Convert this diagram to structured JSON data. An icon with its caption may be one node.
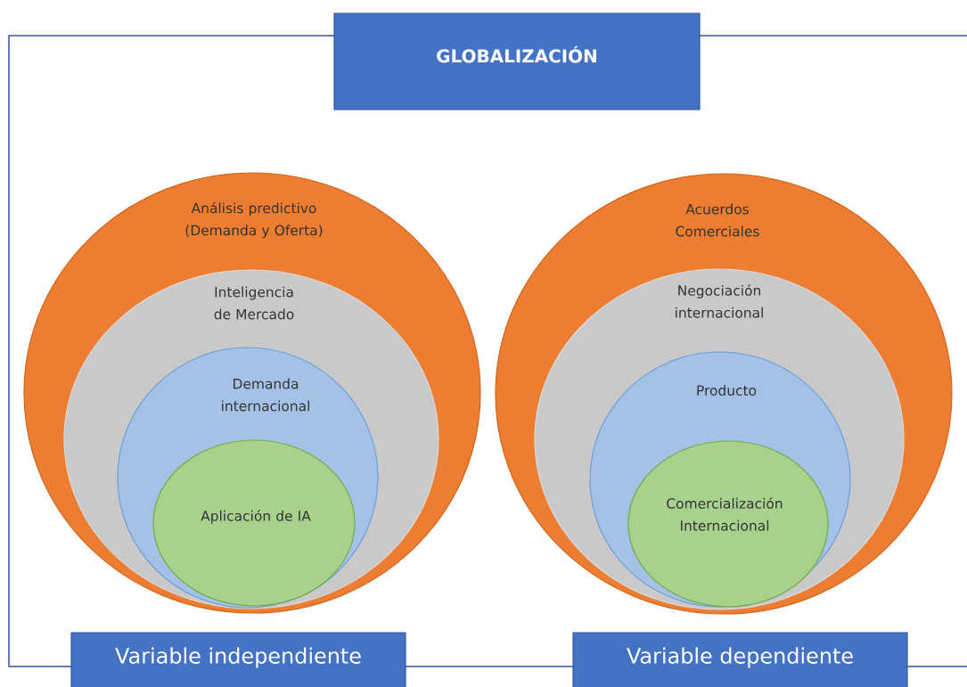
{
  "diagram": {
    "nodes": [
      {
        "text": [
          "GLOBALIZACIÓN"
        ]
      },
      {
        "text": [
          "Análisis predictivo (Demanda y Oferta)"
        ]
      },
      {
        "text": [
          "Inteligencia de Mercado"
        ],
        "in": 1
      },
      {
        "text": [
          "Demanda internacional"
        ],
        "in": 2
      },
      {
        "text": [
          "Aplicación de IA"
        ],
        "in": 3
      },
      {
        "text": [
          "Acuerdos Comerciales"
        ]
      },
      {
        "text": [
          "Negociación internacional"
        ],
        "in": 5
      },
      {
        "text": [
          "Producto"
        ],
        "in": 6
      },
      {
        "text": [
          "Comercialización Internacional"
        ],
        "in": 7
      },
      {
        "text": [
          "Variable independiente"
        ]
      },
      {
        "text": [
          "Variable dependiente"
        ]
      }
    ]
  }
}
